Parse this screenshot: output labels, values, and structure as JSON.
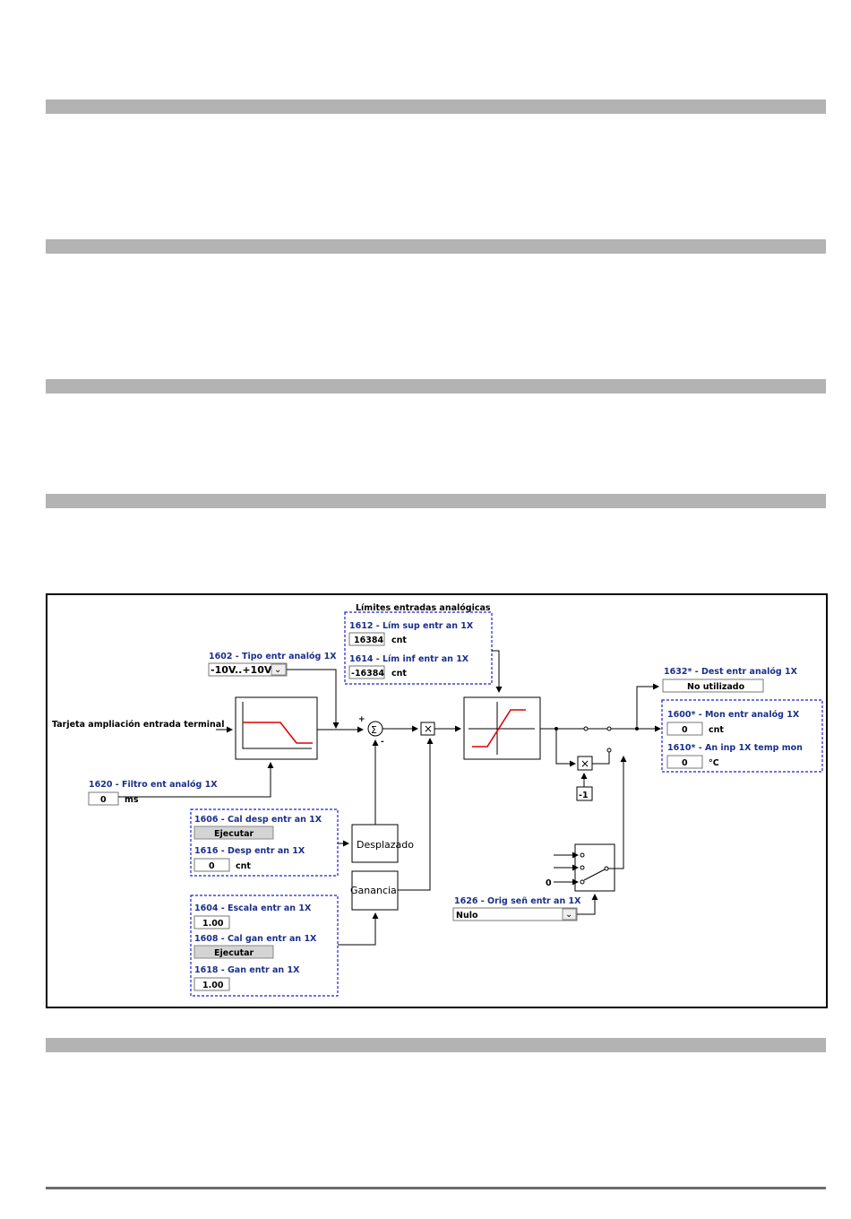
{
  "diagram": {
    "limits_title": "Límites entradas analógicas",
    "p1612_label": "1612 - Lím sup entr an 1X",
    "p1612_value": "16384",
    "p1612_unit": "cnt",
    "p1614_label": "1614 - Lím inf entr an 1X",
    "p1614_value": "-16384",
    "p1614_unit": "cnt",
    "p1602_label": "1602 - Tipo entr analóg 1X",
    "p1602_value": "-10V..+10V",
    "input_source": "Tarjeta ampliación entrada terminal",
    "p1620_label": "1620 - Filtro ent analóg 1X",
    "p1620_value": "0",
    "p1620_unit": "ms",
    "p1606_label": "1606 - Cal desp entr an 1X",
    "execute_label": "Ejecutar",
    "p1616_label": "1616 - Desp entr an 1X",
    "p1616_value": "0",
    "p1616_unit": "cnt",
    "offset_block": "Desplazado",
    "gain_block": "Ganancia",
    "p1604_label": "1604 - Escala entr an 1X",
    "p1604_value": "1.00",
    "p1608_label": "1608 - Cal gan entr an 1X",
    "p1618_label": "1618 - Gan entr an 1X",
    "p1618_value": "1.00",
    "p1626_label": "1626 - Orig señ entr an 1X",
    "p1626_value": "Nulo",
    "p1632_label": "1632* - Dest entr analóg 1X",
    "p1632_value": "No utilizado",
    "p1600_label": "1600* - Mon entr analóg 1X",
    "p1600_value": "0",
    "p1600_unit": "cnt",
    "p1610_label": "1610* - An inp 1X temp mon",
    "p1610_value": "0",
    "p1610_unit": "°C",
    "sum_symbol": "Σ",
    "plus_sign": "+",
    "minus_sign": "-",
    "negate_value": "-1",
    "zero_value": "0",
    "mult_symbol": "×",
    "dropdown_arrow": "⌄",
    "colors": {
      "param_text": "#1b2f8a",
      "dashed_border": "#1a1fd4",
      "curve": "#e00000",
      "section_bar": "#b3b3b3"
    }
  }
}
